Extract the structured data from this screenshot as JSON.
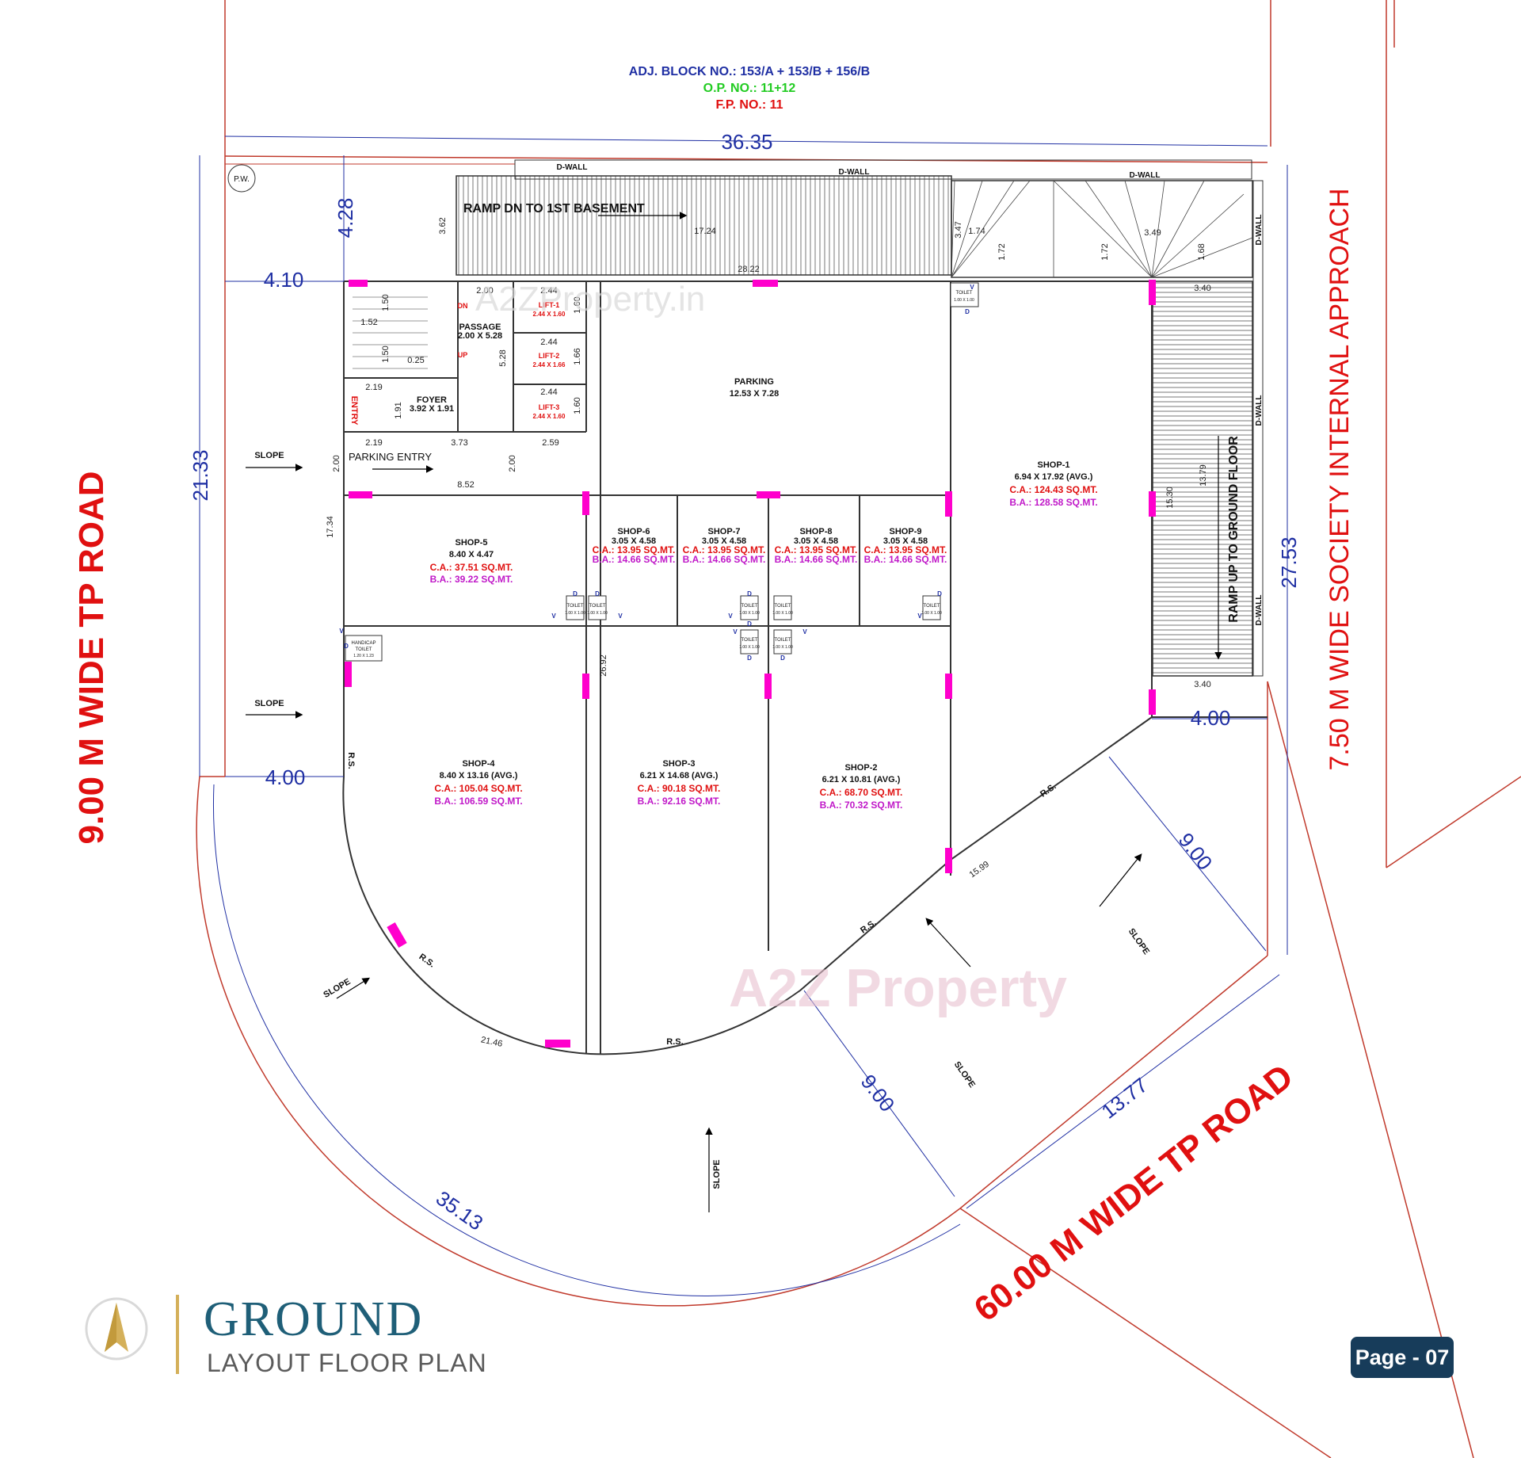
{
  "header": {
    "adj_block": "ADJ. BLOCK NO.: 153/A + 153/B + 156/B",
    "op_no": "O.P. NO.: 11+12",
    "fp_no": "F.P. NO.: 11"
  },
  "roads": {
    "left": "9.00 M WIDE TP ROAD",
    "right": "7.50 M WIDE SOCIETY INTERNAL APPROACH",
    "bottom": "60.00 M WIDE TP ROAD"
  },
  "dims": {
    "top": "36.35",
    "left_total": "21.33",
    "right_total": "27.53",
    "left_top": "4.28",
    "left_margin": "4.10",
    "left_margin_bottom": "4.00",
    "right_margin": "4.00",
    "arc": "35.13",
    "bottom_right": "13.77",
    "nine_a": "9.00",
    "nine_b": "9.00",
    "d1724": "17.24",
    "d2822": "28.22",
    "d1734": "17.34",
    "d2692": "26.92",
    "d1530": "15.30",
    "d1379": "13.79",
    "d340a": "3.40",
    "d340b": "3.40",
    "d1599": "15.99",
    "d2146": "21.46",
    "d362": "3.62",
    "d347": "3.47",
    "d174": "1.74",
    "d349": "3.49",
    "d172a": "1.72",
    "d172b": "1.72",
    "d168": "1.68",
    "d852": "8.52",
    "d219a": "2.19",
    "d219b": "2.19",
    "d373": "3.73",
    "d259": "2.59",
    "d200a": "2.00",
    "d200b": "2.00",
    "d200c": "2.00",
    "d244a": "2.44",
    "d244b": "2.44",
    "d244c": "2.44",
    "d152": "1.52",
    "d150a": "1.50",
    "d150b": "1.50",
    "d025": "0.25",
    "d528": "5.28",
    "d191": "1.91",
    "d160a": "1.60",
    "d166": "1.66",
    "d160b": "1.60"
  },
  "labels": {
    "pw": "P.W.",
    "ramp_dn": "RAMP DN TO 1ST BASEMENT",
    "ramp_up": "RAMP UP TO GROUND FLOOR",
    "dwall": "D-WALL",
    "parking_entry": "PARKING ENTRY",
    "entry": "ENTRY",
    "slope": "SLOPE",
    "rs": "R.S.",
    "dn": "DN",
    "up": "UP",
    "toilet": "TOILET",
    "toilet_size": "1.00 X 1.00",
    "handicap": "HANDICAP",
    "handicap_toilet": "TOILET",
    "handicap_size": "1.20 X 1.23",
    "d": "D",
    "v": "V",
    "watermark_url": "A2ZProperty.in",
    "watermark_logo": "A2Z Property"
  },
  "rooms": {
    "passage": {
      "name": "PASSAGE",
      "size": "2.00 X 5.28"
    },
    "foyer": {
      "name": "FOYER",
      "size": "3.92 X 1.91"
    },
    "lift1": {
      "name": "LIFT-1",
      "size": "2.44 X 1.60"
    },
    "lift2": {
      "name": "LIFT-2",
      "size": "2.44 X 1.66"
    },
    "lift3": {
      "name": "LIFT-3",
      "size": "2.44 X 1.60"
    },
    "parking": {
      "name": "PARKING",
      "size": "12.53 X 7.28"
    },
    "shop1": {
      "name": "SHOP-1",
      "size": "6.94 X 17.92 (AVG.)",
      "ca": "C.A.: 124.43 SQ.MT.",
      "ba": "B.A.: 128.58 SQ.MT."
    },
    "shop2": {
      "name": "SHOP-2",
      "size": "6.21 X 10.81 (AVG.)",
      "ca": "C.A.: 68.70 SQ.MT.",
      "ba": "B.A.: 70.32 SQ.MT."
    },
    "shop3": {
      "name": "SHOP-3",
      "size": "6.21 X 14.68 (AVG.)",
      "ca": "C.A.: 90.18 SQ.MT.",
      "ba": "B.A.: 92.16 SQ.MT."
    },
    "shop4": {
      "name": "SHOP-4",
      "size": "8.40 X 13.16 (AVG.)",
      "ca": "C.A.: 105.04 SQ.MT.",
      "ba": "B.A.: 106.59 SQ.MT."
    },
    "shop5": {
      "name": "SHOP-5",
      "size": "8.40 X 4.47",
      "ca": "C.A.: 37.51 SQ.MT.",
      "ba": "B.A.: 39.22 SQ.MT."
    },
    "shop6": {
      "name": "SHOP-6",
      "size": "3.05 X 4.58",
      "ca": "C.A.: 13.95 SQ.MT.",
      "ba": "B.A.: 14.66 SQ.MT."
    },
    "shop7": {
      "name": "SHOP-7",
      "size": "3.05 X 4.58",
      "ca": "C.A.: 13.95 SQ.MT.",
      "ba": "B.A.: 14.66 SQ.MT."
    },
    "shop8": {
      "name": "SHOP-8",
      "size": "3.05 X 4.58",
      "ca": "C.A.: 13.95 SQ.MT.",
      "ba": "B.A.: 14.66 SQ.MT."
    },
    "shop9": {
      "name": "SHOP-9",
      "size": "3.05 X 4.58",
      "ca": "C.A.: 13.95 SQ.MT.",
      "ba": "B.A.: 14.66 SQ.MT."
    }
  },
  "footer": {
    "title": "GROUND",
    "subtitle": "LAYOUT FLOOR PLAN",
    "page": "Page - 07"
  },
  "colors": {
    "dimension_blue": "#1f2fa3",
    "road_red": "#e01010",
    "area_magenta": "#c018c8",
    "door_magenta": "#ff00cc",
    "badge": "#173c5a",
    "brand_teal": "#1f5f78",
    "brand_gold": "#d4b05a"
  }
}
